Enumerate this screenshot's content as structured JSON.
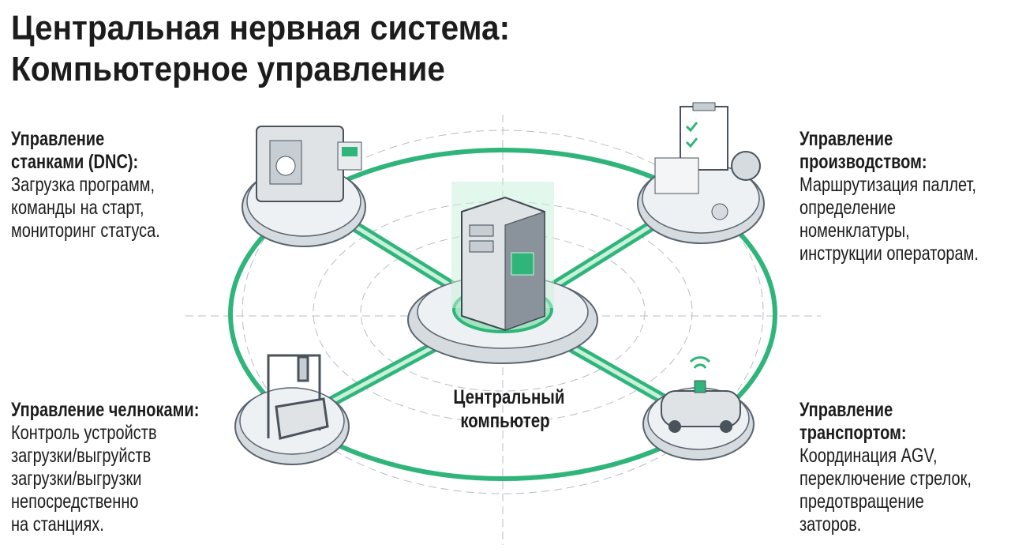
{
  "title": {
    "line1": "Центральная нервная система:",
    "line2": "Компьютерное управление"
  },
  "center": {
    "label_line1": "Центральный",
    "label_line2": "компьютер"
  },
  "blocks": {
    "dnc": {
      "heading": [
        "Управление",
        "станками (DNC):"
      ],
      "text": [
        "Загрузка программ,",
        "команды на старт,",
        "мониторинг статуса."
      ]
    },
    "production": {
      "heading": [
        "Управление",
        "производством:"
      ],
      "text": [
        "Маршрутизация паллет,",
        "определение",
        "номенклатуры,",
        "инструкции операторам."
      ]
    },
    "shuttles": {
      "heading": [
        "Управление челноками:"
      ],
      "text": [
        "Контроль устройств",
        "загрузки/выгруйств",
        "загрузки/выгрузки",
        "непосредственно",
        "на станциях."
      ]
    },
    "transport": {
      "heading": [
        "Управление",
        "транспортом:"
      ],
      "text": [
        "Координация AGV,",
        "переключение стрелок,",
        "предотвращение",
        "заторов."
      ]
    }
  },
  "colors": {
    "accent": "#2fb57a",
    "accent_light": "#9fe3c1",
    "platform": "#e4e8ea",
    "stroke": "#5a6470"
  }
}
